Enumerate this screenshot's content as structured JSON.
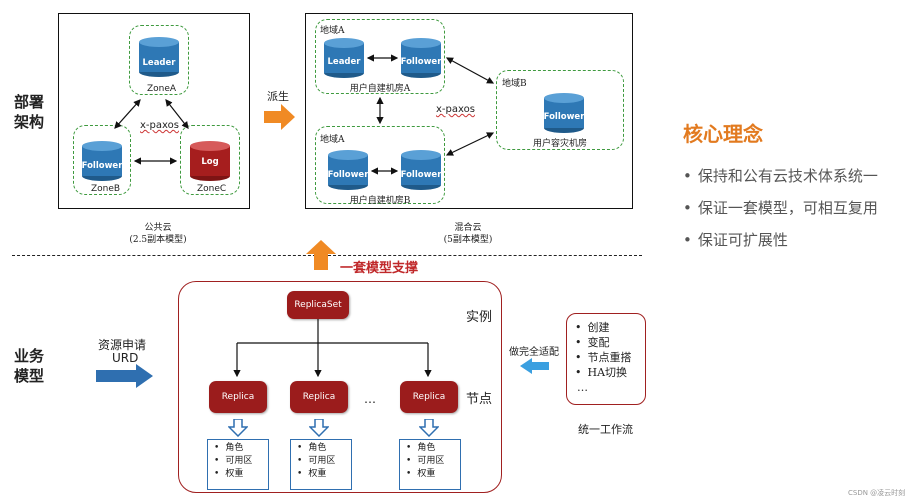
{
  "left_labels": {
    "deploy": "部署\n架构",
    "business": "业务\n模型"
  },
  "public_cloud": {
    "leader": "Leader",
    "zone_a": "ZoneA",
    "follower": "Follower",
    "zone_b": "ZoneB",
    "log": "Log",
    "zone_c": "ZoneC",
    "xpaxos": "x-paxos",
    "caption": "公共云",
    "caption_sub": "(2.5副本模型)"
  },
  "derive_label": "派生",
  "hybrid_cloud": {
    "city_a_top": "地域A",
    "leader": "Leader",
    "follower_top": "Follower",
    "room_a": "用户自建机房A",
    "city_a_bottom": "地域A",
    "follower_b1": "Follower",
    "follower_b2": "Follower",
    "room_b": "用户自建机房B",
    "city_b": "地域B",
    "follower_dr": "Follower",
    "room_dr": "用户容灾机房",
    "xpaxos": "x-paxos",
    "caption": "混合云",
    "caption_sub": "(5副本模型)"
  },
  "core": {
    "title": "核心理念",
    "items": [
      "保持和公有云技术体系统一",
      "保证一套模型，可相互复用",
      "保证可扩展性"
    ]
  },
  "support_label": "一套模型支撑",
  "business": {
    "resource_request": "资源申请",
    "urd": "URD",
    "replicaset": "ReplicaSet",
    "instance": "实例",
    "node": "节点",
    "replica": "Replica",
    "ellipsis": "…",
    "attrs": [
      "角色",
      "可用区",
      "权重"
    ],
    "adapt_label": "做完全适配",
    "workflow_items": [
      "创建",
      "变配",
      "节点重搭",
      "HA切换",
      "…"
    ],
    "workflow_caption": "统一工作流"
  },
  "watermark": "CSDN @凌云时刻"
}
